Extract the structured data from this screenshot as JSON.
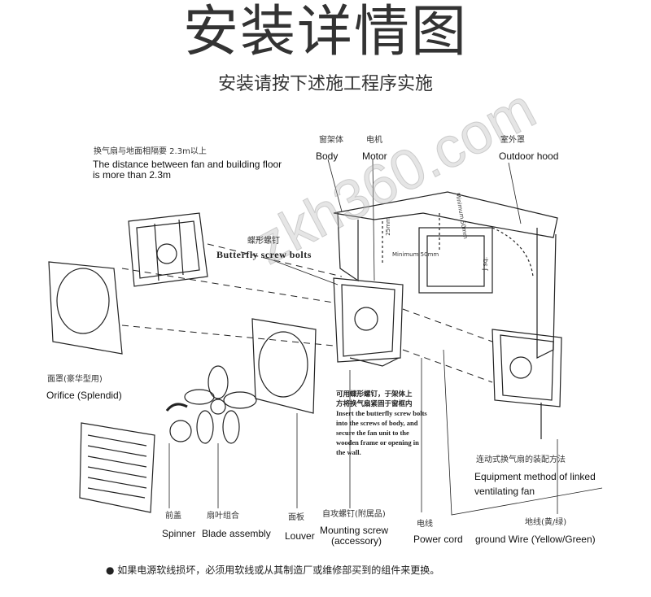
{
  "header": {
    "title": "安装详情图",
    "subtitle": "安装请按下述施工程序实施"
  },
  "notes": {
    "distance_cn": "换气扇与地面相隔要 2.3m以上",
    "distance_en_1": "The distance between fan and building floor",
    "distance_en_2": "is more than 2.3m",
    "install_cn_1": "可用蝶形螺钉，于架体上",
    "install_cn_2": "方将换气扇紧固于窗框内",
    "install_en": "Insert the butterfly screw bolts into the screws of body, and secure the fan unit to the wooden frame or opening in the wall."
  },
  "labels": {
    "body": {
      "cn": "窗架体",
      "en": "Body"
    },
    "motor": {
      "cn": "电机",
      "en": "Motor"
    },
    "outdoor_hood": {
      "cn": "室外罩",
      "en": "Outdoor  hood"
    },
    "butterfly": {
      "cn": "蝶形螺钉",
      "en": "Butterfly screw bolts"
    },
    "orifice": {
      "cn": "面罩(豪华型用)",
      "en": "Orifice (Splendid)"
    },
    "linked": {
      "cn": "连动式换气扇的装配方法",
      "en_1": "Equipment method of linked",
      "en_2": "ventilating fan"
    },
    "spinner": {
      "cn": "前盖",
      "en": "Spinner"
    },
    "blade": {
      "cn": "扇叶组合",
      "en": "Blade assembly"
    },
    "louver": {
      "cn": "面板",
      "en": "Louver"
    },
    "mounting": {
      "cn": "自攻螺钉(附属品)",
      "en_1": "Mounting screw",
      "en_2": "(accessory)"
    },
    "power": {
      "cn": "电线",
      "en": "Power cord"
    },
    "ground": {
      "cn": "地线(黄/绿)",
      "en": "ground Wire (Yellow/Green)"
    }
  },
  "dimensions": {
    "d1": "25mm",
    "d2": "Minimum 50mm",
    "d3": "Minimum 50mm",
    "d4": "J  sq."
  },
  "footer": {
    "text": "● 如果电源软线损坏，必须用软线或从其制造厂或维修部买到的组件来更换。"
  },
  "watermark": "zkh360.com"
}
